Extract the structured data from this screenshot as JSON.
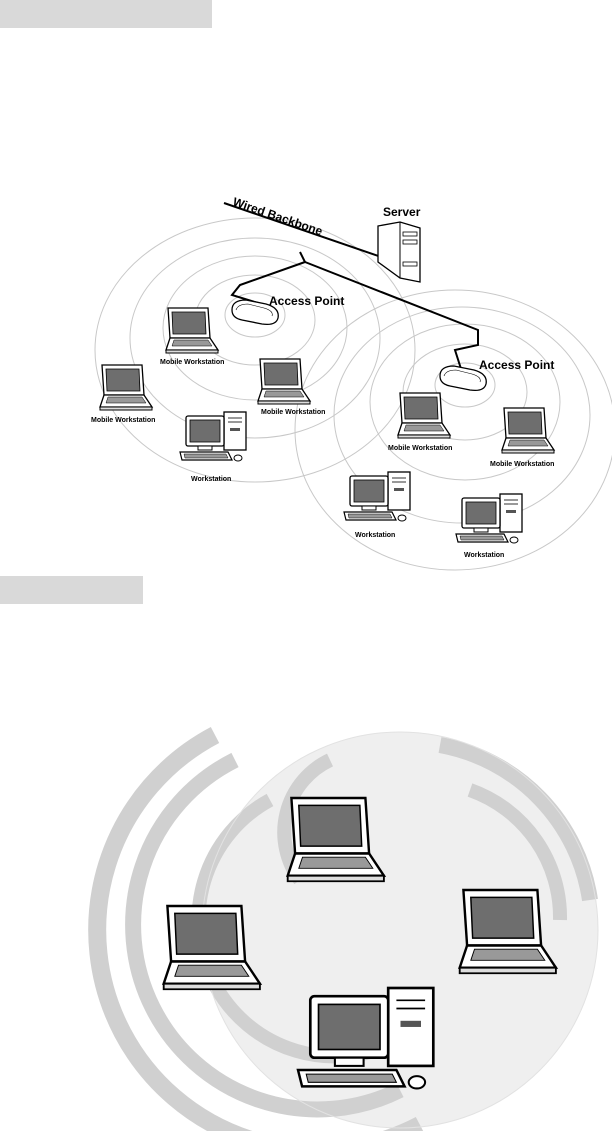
{
  "diagram1": {
    "wired_backbone": "Wired Backbone",
    "server": "Server",
    "access_point_1": "Access Point",
    "access_point_2": "Access Point",
    "mobile_ws_1": "Mobile Workstation",
    "mobile_ws_2": "Mobile Workstation",
    "mobile_ws_3": "Mobile Workstation",
    "mobile_ws_4": "Mobile Workstation",
    "mobile_ws_5": "Mobile Workstation",
    "workstation_1": "Workstation",
    "workstation_2": "Workstation",
    "workstation_3": "Workstation"
  },
  "colors": {
    "header_bar": "#d9d9d9",
    "ring": "#c8c8c8",
    "screen": "#6e6e6e",
    "wave": "#d0d0d0"
  }
}
